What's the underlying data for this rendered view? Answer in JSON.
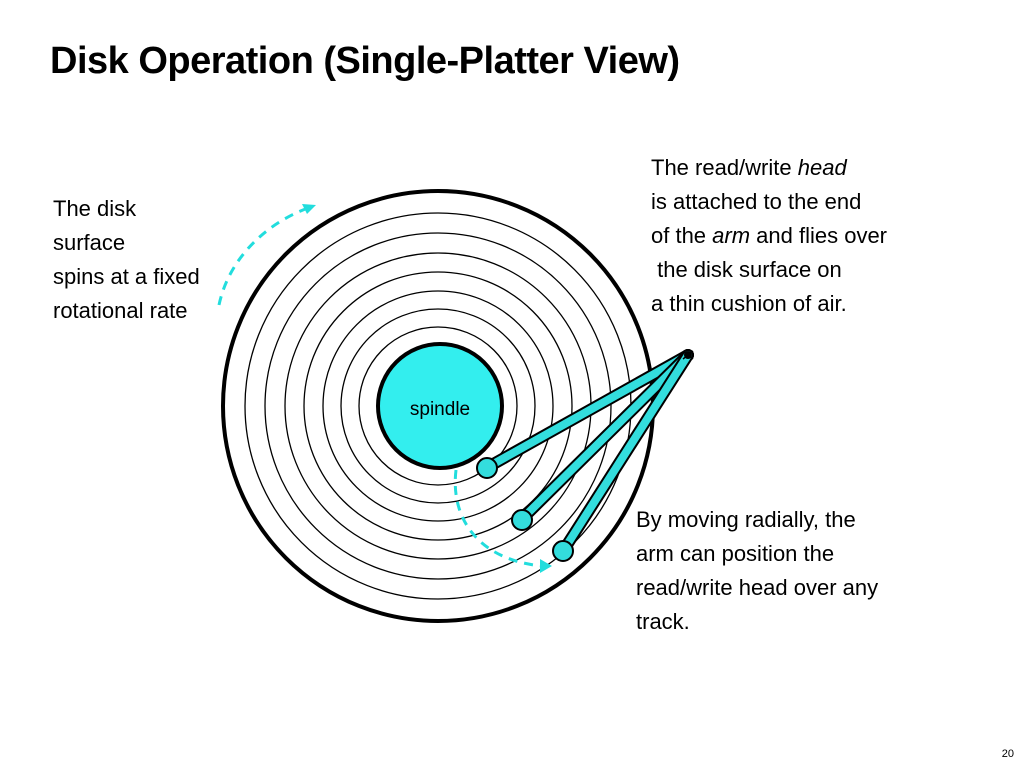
{
  "slide": {
    "title": "Disk Operation (Single-Platter View)",
    "page_number": "20"
  },
  "annotations": {
    "disk_surface": [
      "The disk",
      "surface",
      "spins at a fixed",
      "rotational rate"
    ],
    "head": {
      "line1_prefix": "The read/write ",
      "line1_em": "head",
      "line2": "is attached to the end",
      "line3_prefix": "of the ",
      "line3_em": "arm",
      "line3_suffix": " and flies over",
      "line4": " the disk surface on",
      "line5": "a thin cushion of air."
    },
    "arm": [
      "By moving radially, the",
      "arm can position the",
      "read/write head over any",
      "track."
    ]
  },
  "diagram": {
    "spindle_label": "spindle",
    "track_count": 7,
    "colors": {
      "spindle_fill": "#33eeee",
      "arm_fill": "#33dddd",
      "arrow": "#22dddd",
      "outline": "#000000"
    }
  }
}
